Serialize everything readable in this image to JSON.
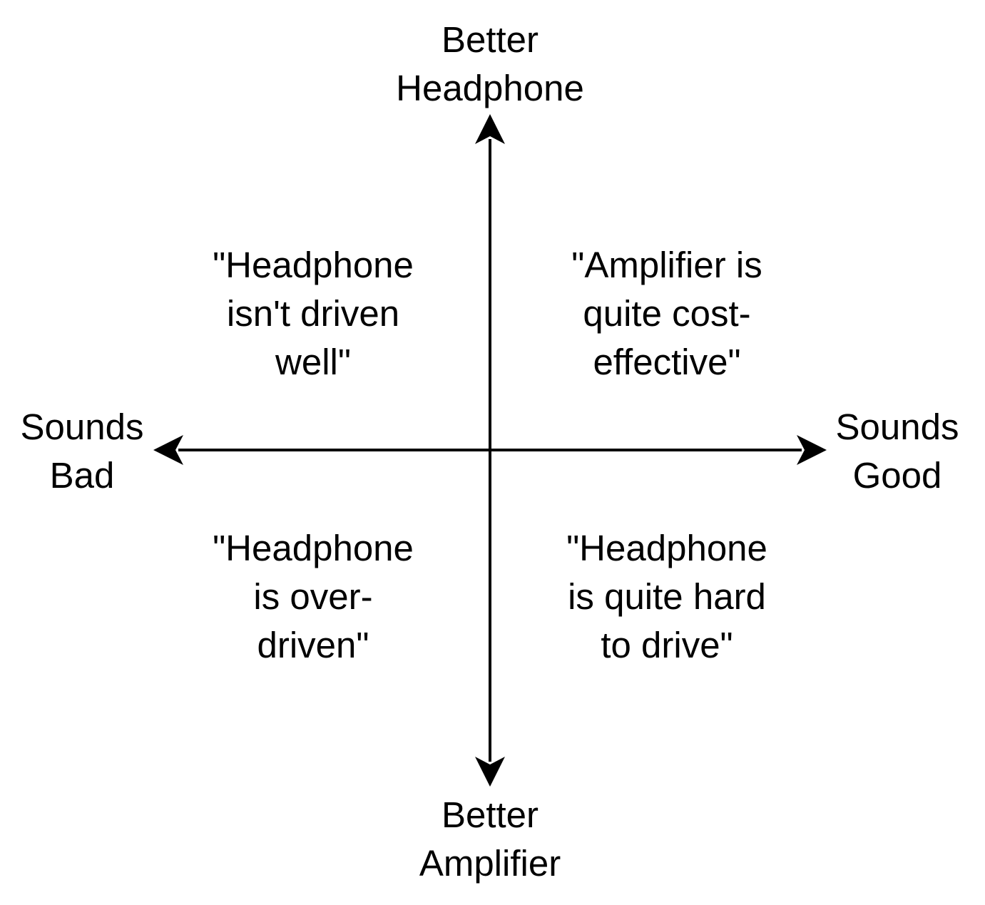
{
  "axes": {
    "top": [
      "Better",
      "Headphone"
    ],
    "bottom": [
      "Better",
      "Amplifier"
    ],
    "left": [
      "Sounds",
      "Bad"
    ],
    "right": [
      "Sounds",
      "Good"
    ]
  },
  "quadrants": {
    "top_left": [
      "\"Headphone",
      "isn't driven",
      "well\""
    ],
    "top_right": [
      "\"Amplifier is",
      "quite cost-",
      "effective\""
    ],
    "bottom_left": [
      "\"Headphone",
      "is over-",
      "driven\""
    ],
    "bottom_right": [
      "\"Headphone",
      "is quite hard",
      "to drive\""
    ]
  },
  "colors": {
    "stroke": "#000000",
    "background": "#ffffff"
  }
}
